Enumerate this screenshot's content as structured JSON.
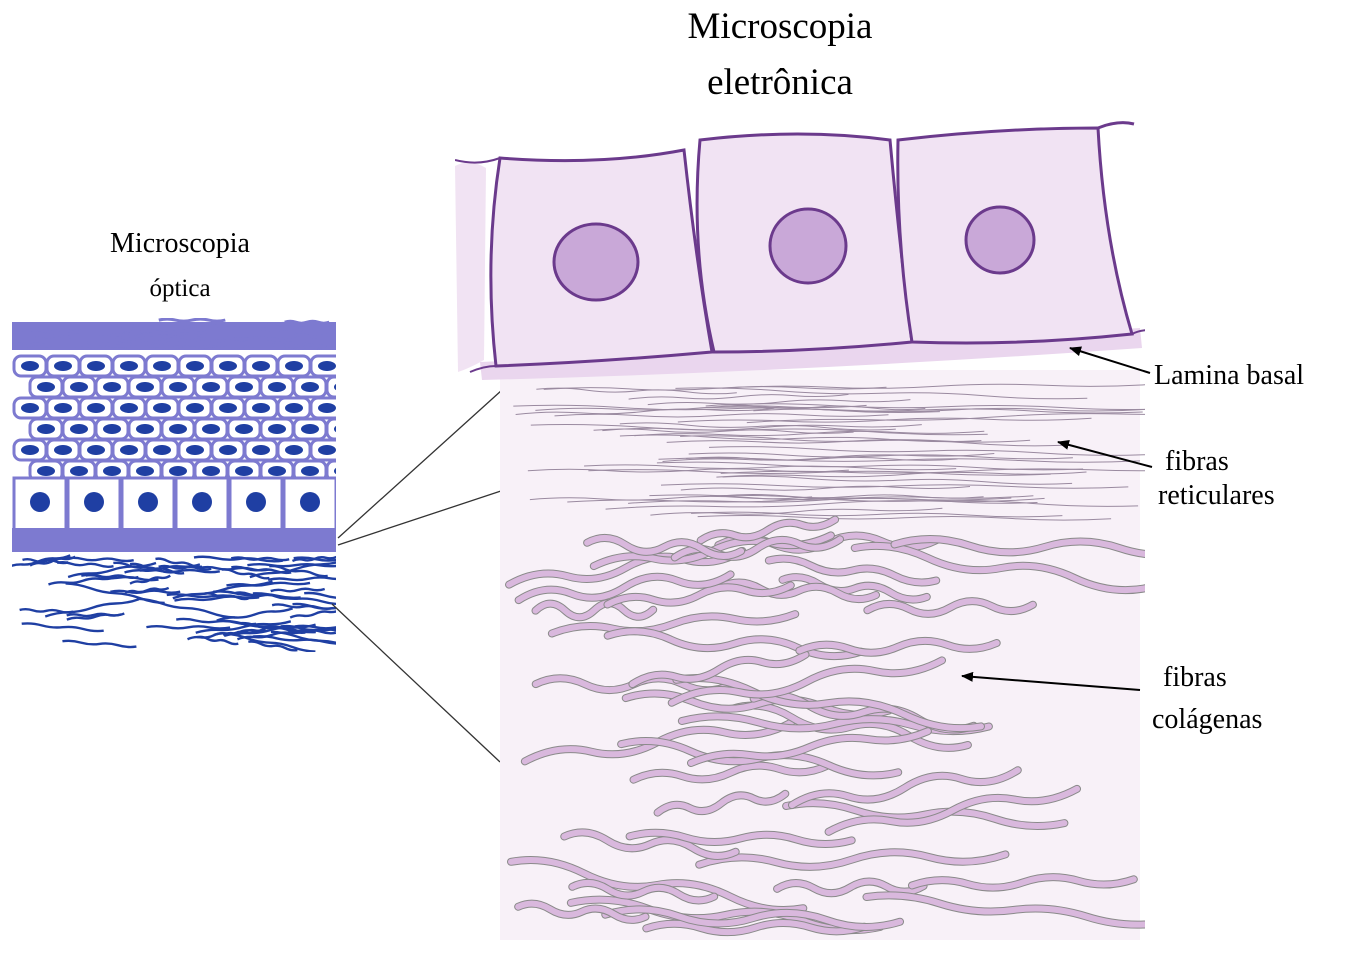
{
  "diagram": {
    "electron_microscopy_title": [
      "Microscopia",
      "eletrônica"
    ],
    "optical_microscopy_title": [
      "Microscopia",
      "óptica"
    ],
    "labels": {
      "lamina_basal": "Lamina basal",
      "reticular_fibers": [
        "fibras",
        "reticulares"
      ],
      "collagen_fibers": [
        "fibras",
        "colágenas"
      ]
    },
    "colors": {
      "optical_stain": "#1f3fa3",
      "optical_light": "#7d7ad0",
      "em_membrane": "#6b3a8c",
      "em_cytoplasm": "#f1e3f3",
      "em_nucleus": "#c9a8d8",
      "em_fiber": "#d9b8dd",
      "em_fiber_edge": "#8a8a8a"
    },
    "em_cells": 3
  }
}
